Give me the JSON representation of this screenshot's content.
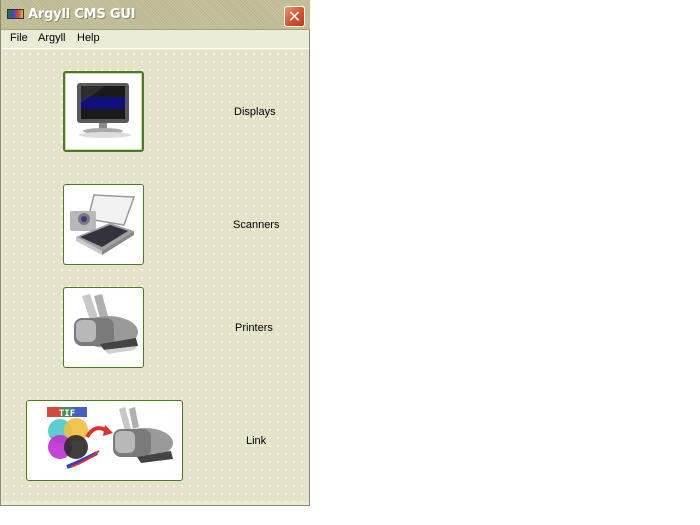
{
  "window": {
    "title": "Argyll CMS GUI",
    "app_icon": "argyll-app-icon",
    "close_icon": "close-icon"
  },
  "menubar": {
    "items": [
      {
        "label": "File"
      },
      {
        "label": "Argyll"
      },
      {
        "label": "Help"
      }
    ]
  },
  "tools": [
    {
      "label": "Displays",
      "icon": "monitor-icon"
    },
    {
      "label": "Scanners",
      "icon": "scanner-icon"
    },
    {
      "label": "Printers",
      "icon": "printer-icon"
    },
    {
      "label": "Link",
      "icon": "tif-to-printer-link-icon",
      "icon_text": "TIF"
    }
  ],
  "colors": {
    "tile_border": "#4d7a22",
    "close_button": "#d3532e",
    "window_bg": "#ecebd8"
  }
}
